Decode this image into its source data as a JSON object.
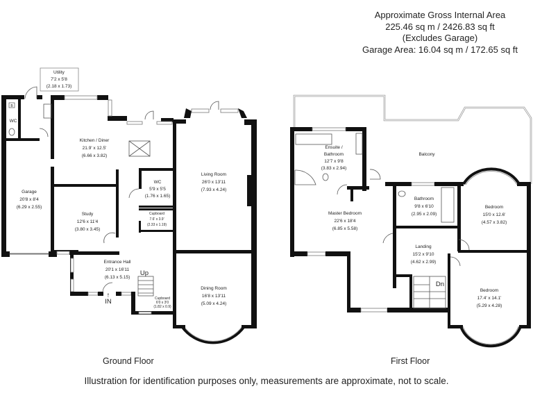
{
  "header": {
    "line1": "Approximate Gross Internal Area",
    "line2": "225.46 sq m / 2426.83 sq ft",
    "line3": "(Excludes Garage)",
    "line4": "Garage Area: 16.04 sq m / 172.65 sq ft"
  },
  "ground_floor": {
    "caption": "Ground Floor",
    "rooms": [
      {
        "name": "Utility",
        "imperial": "7'2 x 5'8",
        "metric": "(2.18 x 1.73)"
      },
      {
        "name": "WC"
      },
      {
        "name": "Kitchen / Diner",
        "imperial": "21.9' x 12.5'",
        "metric": "(6.66 x 3.82)"
      },
      {
        "name": "Garage",
        "imperial": "20'8 x 8'4",
        "metric": "(6.29 x 2.55)"
      },
      {
        "name": "Study",
        "imperial": "12'6 x 11'4",
        "metric": "(3.80 x 3.45)"
      },
      {
        "name": "WC",
        "imperial": "5'9 x 5'5",
        "metric": "(1.76 x 1.65)"
      },
      {
        "name": "Cupboard",
        "imperial": "7.6' x 3.9'",
        "metric": "(2.33 x 1.19)"
      },
      {
        "name": "Living Room",
        "imperial": "26'0 x 13'11",
        "metric": "(7.93 x 4.24)"
      },
      {
        "name": "Entrance Hall",
        "imperial": "20'1 x 16'11",
        "metric": "(6.13 x 5.15)"
      },
      {
        "name": "Dining Room",
        "imperial": "16'8 x 13'11",
        "metric": "(5.09 x 4.24)"
      },
      {
        "name": "Cupboard",
        "imperial": "6'0 x 3'0",
        "metric": "(1.82 x 0.9)"
      }
    ],
    "boiler": "B",
    "stairs_label": "Up",
    "entrance_label": "IN"
  },
  "first_floor": {
    "caption": "First Floor",
    "rooms": [
      {
        "name": "Balcony"
      },
      {
        "name": "Ensuite /",
        "name2": "Bathroom",
        "imperial": "12'7 x 9'8",
        "metric": "(3.83 x 2.94)"
      },
      {
        "name": "Master Bedroom",
        "imperial": "22'6 x 18'4",
        "metric": "(6.85 x 5.58)"
      },
      {
        "name": "Bathroom",
        "imperial": "9'8 x 6'10",
        "metric": "(2.95 x 2.09)"
      },
      {
        "name": "Bedroom",
        "imperial": "15'0 x 12.6'",
        "metric": "(4.57 x 3.82)"
      },
      {
        "name": "Landing",
        "imperial": "15'2 x 9'10",
        "metric": "(4.62 x 2.99)"
      },
      {
        "name": "Bedroom",
        "imperial": "17.4' x 14.1'",
        "metric": "(5.29 x 4.28)"
      }
    ],
    "stairs_label": "Dn"
  },
  "footer": "Illustration for identification purposes only, measurements are approximate, not to scale."
}
